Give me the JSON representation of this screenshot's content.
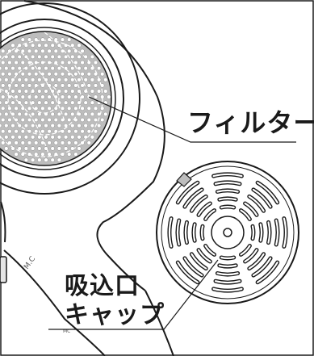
{
  "callouts": {
    "filter": "フィルター",
    "intake_cap_line1": "吸込口",
    "intake_cap_line2": "キャップ"
  },
  "colors": {
    "line": "#1a1a1a",
    "mesh_fill": "#bdbdbd",
    "hole_fill": "#ffffff",
    "background": "#ffffff"
  }
}
